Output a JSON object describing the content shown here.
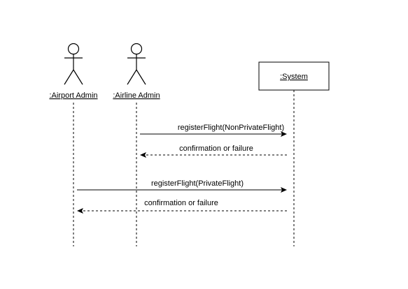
{
  "participants": [
    {
      "name": ":Airport Admin",
      "kind": "actor"
    },
    {
      "name": ":Airline Admin",
      "kind": "actor"
    },
    {
      "name": ":System",
      "kind": "object"
    }
  ],
  "messages": [
    {
      "from": ":Airline Admin",
      "to": ":System",
      "label": "registerFlight(NonPrivateFlight)",
      "style": "solid"
    },
    {
      "from": ":System",
      "to": ":Airline Admin",
      "label": "confirmation or failure",
      "style": "dashed"
    },
    {
      "from": ":Airport Admin",
      "to": ":System",
      "label": "registerFlight(PrivateFlight)",
      "style": "solid"
    },
    {
      "from": ":System",
      "to": ":Airport Admin",
      "label": "confirmation or failure",
      "style": "dashed"
    }
  ],
  "colors": {
    "line": "#000000",
    "background": "#ffffff"
  }
}
